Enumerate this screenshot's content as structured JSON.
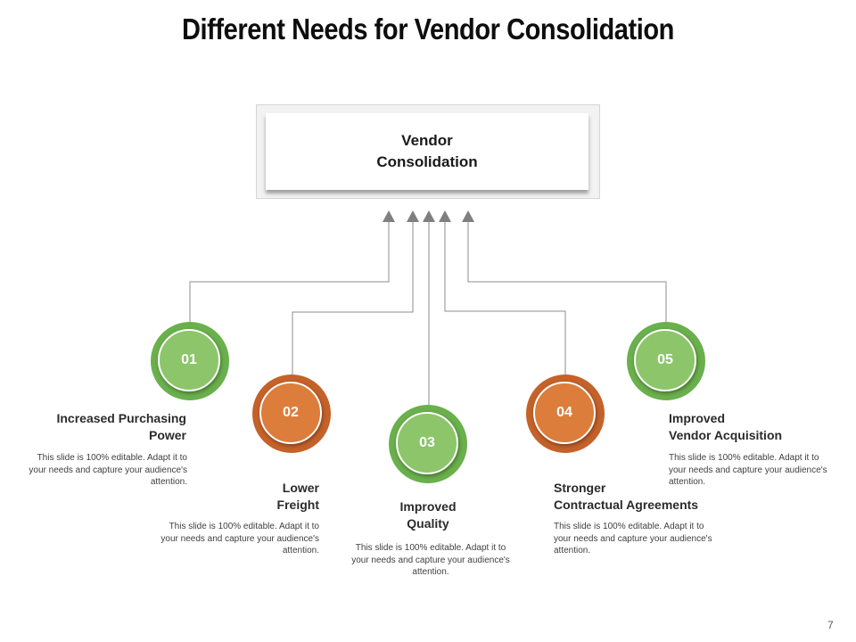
{
  "title": "Different Needs for Vendor Consolidation",
  "central": {
    "label": "Vendor\nConsolidation"
  },
  "items": [
    {
      "number": "01",
      "title": "Increased Purchasing\nPower",
      "description": "This slide is 100% editable. Adapt it to your needs and capture your audience's attention."
    },
    {
      "number": "02",
      "title": "Lower\nFreight",
      "description": "This slide is 100% editable. Adapt it to your needs and capture your audience's attention."
    },
    {
      "number": "03",
      "title": "Improved\nQuality",
      "description": "This slide is 100% editable. Adapt it to your needs and capture your audience's attention."
    },
    {
      "number": "04",
      "title": "Stronger\nContractual Agreements",
      "description": "This slide is 100% editable. Adapt it to your needs and capture your audience's attention."
    },
    {
      "number": "05",
      "title": "Improved\nVendor Acquisition",
      "description": "This slide is 100% editable. Adapt it to your needs and capture your audience's attention."
    }
  ],
  "page_number": "7",
  "colors": {
    "green": "#8dc56b",
    "orange": "#dd7d3c",
    "connector": "#8c8c8c",
    "arrow": "#7f7f7f"
  }
}
